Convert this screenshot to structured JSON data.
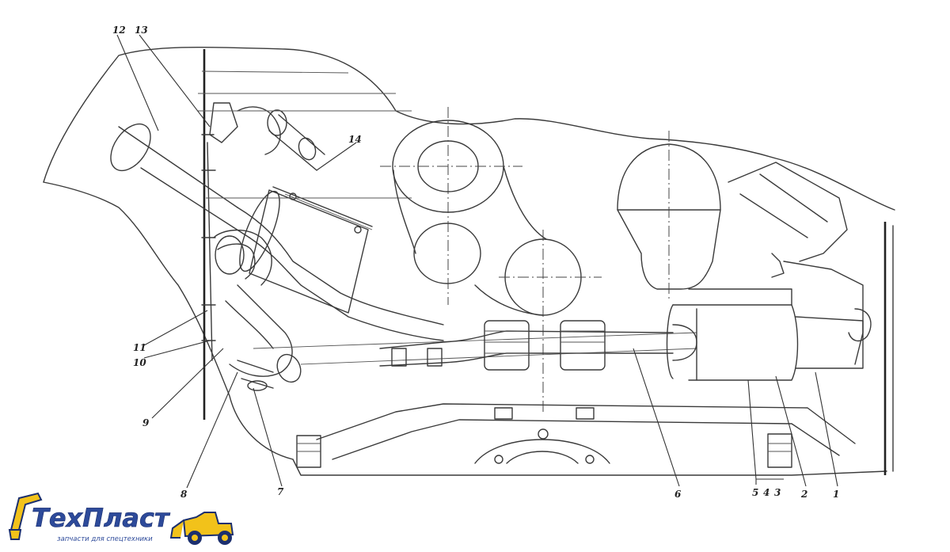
{
  "callouts": [
    {
      "id": "1",
      "text": "1"
    },
    {
      "id": "2",
      "text": "2"
    },
    {
      "id": "3",
      "text": "3"
    },
    {
      "id": "4",
      "text": "4"
    },
    {
      "id": "5",
      "text": "5"
    },
    {
      "id": "6",
      "text": "6"
    },
    {
      "id": "7",
      "text": "7"
    },
    {
      "id": "8",
      "text": "8"
    },
    {
      "id": "9",
      "text": "9"
    },
    {
      "id": "10",
      "text": "10"
    },
    {
      "id": "11",
      "text": "11"
    },
    {
      "id": "12",
      "text": "12"
    },
    {
      "id": "13",
      "text": "13"
    },
    {
      "id": "14",
      "text": "14"
    }
  ],
  "logo": {
    "brand": "ТехПласт",
    "tagline": "запчасти для спецтехники",
    "colors": {
      "brand_blue": "#2d4a9a",
      "machine_yellow": "#f2c21a"
    }
  }
}
